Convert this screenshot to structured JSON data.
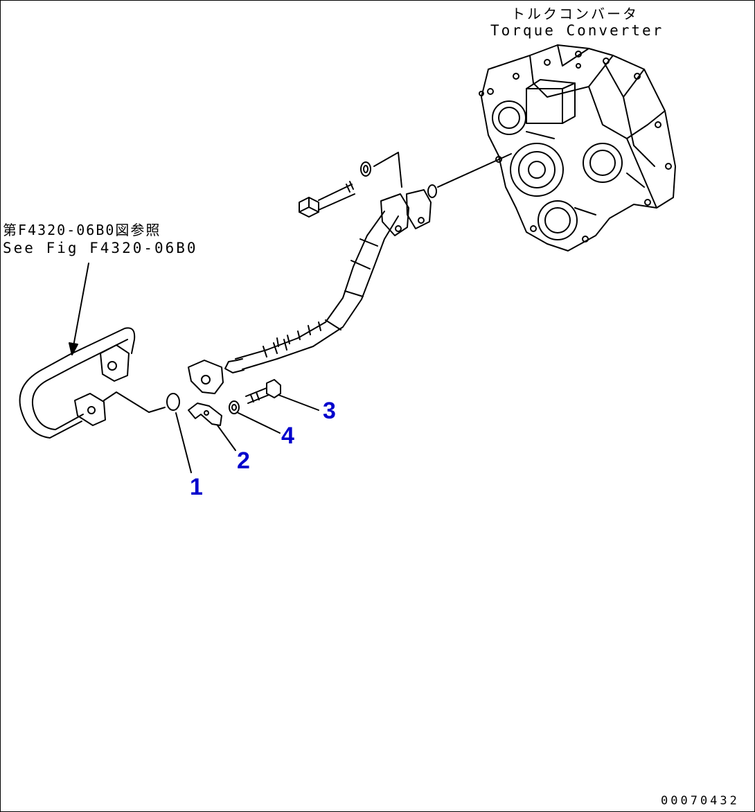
{
  "torque_converter": {
    "label_jp": "トルクコンバータ",
    "label_en": "Torque Converter"
  },
  "reference": {
    "label_jp": "第F4320-06B0図参照",
    "label_en": "See Fig F4320-06B0"
  },
  "callouts": [
    "1",
    "2",
    "3",
    "4"
  ],
  "drawing_number": "00070432",
  "colors": {
    "callout": "#0000cc",
    "line": "#000000",
    "background": "#ffffff"
  }
}
